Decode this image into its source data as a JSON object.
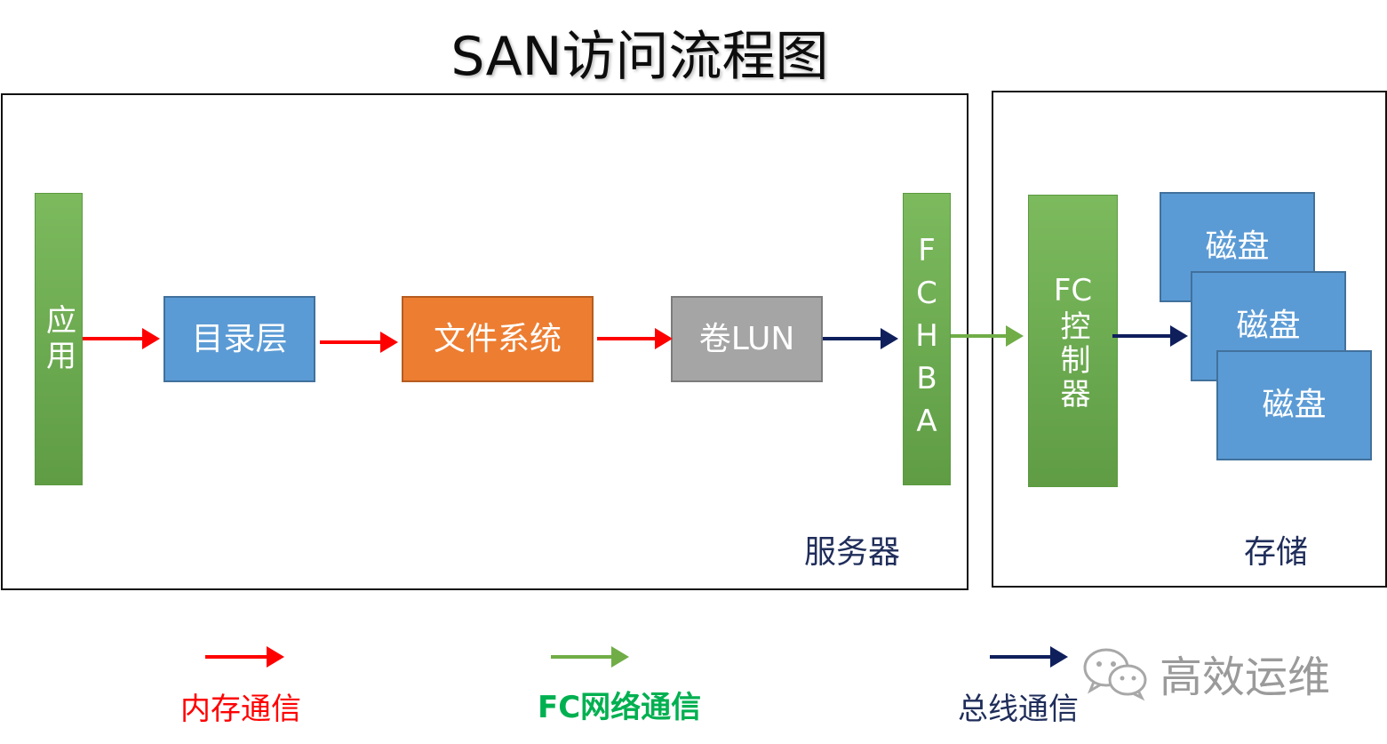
{
  "title": "SAN访问流程图",
  "server_panel": {
    "label": "服务器",
    "app": "应用",
    "directory": "目录层",
    "filesystem": "文件系统",
    "volume": "卷LUN",
    "hba": "FCHBA"
  },
  "storage_panel": {
    "label": "存储",
    "controller_line1": "FC",
    "controller_line2": "控制器",
    "disks": [
      "磁盘",
      "磁盘",
      "磁盘"
    ]
  },
  "legend": [
    {
      "label": "内存通信",
      "color": "#ff0000"
    },
    {
      "label": "FC网络通信",
      "color": "#70ad47",
      "text_color": "#00b050"
    },
    {
      "label": "总线通信",
      "color": "#0f1f5c",
      "text_color": "#1f2d5a"
    }
  ],
  "watermark": "高效运维",
  "colors": {
    "memory": "#ff0000",
    "fc": "#70ad47",
    "bus": "#0f1f5c"
  }
}
